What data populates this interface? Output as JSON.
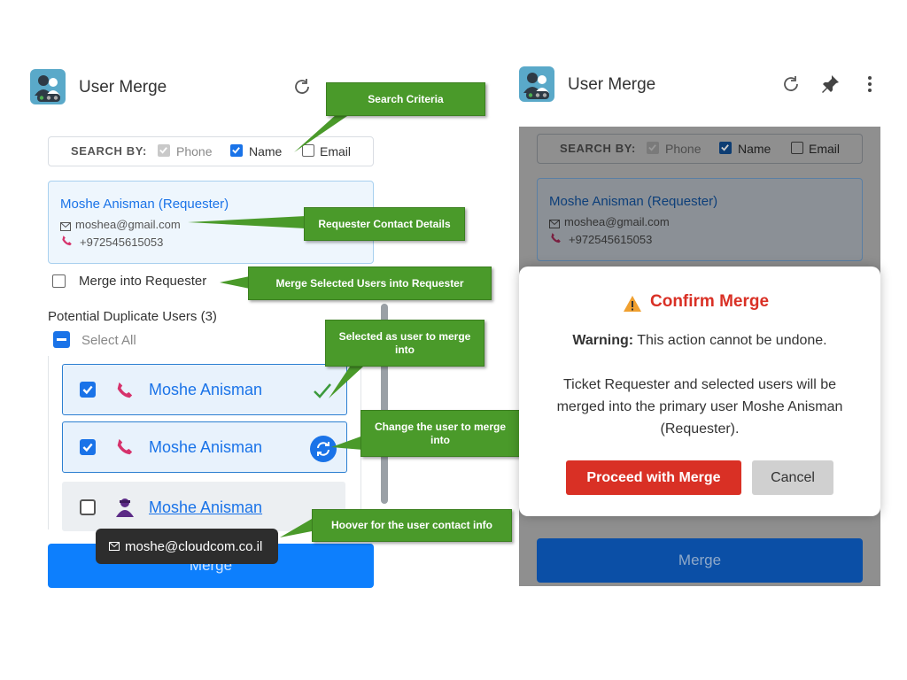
{
  "left": {
    "title": "User Merge",
    "search": {
      "label": "SEARCH BY:",
      "phone": "Phone",
      "name": "Name",
      "email": "Email"
    },
    "requester": {
      "name": "Moshe Anisman (Requester)",
      "email": "moshea@gmail.com",
      "phone": "+972545615053"
    },
    "merge_into_requester": "Merge into Requester",
    "duplicates_heading": "Potential Duplicate Users (3)",
    "select_all": "Select All",
    "users": [
      {
        "name": "Moshe Anisman",
        "checked": true,
        "icon": "phone-icon",
        "state": "selected-target"
      },
      {
        "name": "Moshe Anisman",
        "checked": true,
        "icon": "phone-icon",
        "state": "change-target"
      },
      {
        "name": "Moshe Anisman",
        "checked": false,
        "icon": "person-icon",
        "state": "hover"
      }
    ],
    "tooltip_email": "moshe@cloudcom.co.il",
    "merge_button": "Merge"
  },
  "callouts": {
    "search_criteria": "Search Criteria",
    "requester_details": "Requester Contact Details",
    "merge_selected": "Merge Selected Users into Requester",
    "selected_as": "Selected as user to merge into",
    "change_user": "Change the user to merge into",
    "hoover": "Hoover for the user contact info"
  },
  "right": {
    "title": "User Merge",
    "search": {
      "label": "SEARCH BY:",
      "phone": "Phone",
      "name": "Name",
      "email": "Email"
    },
    "requester": {
      "name": "Moshe Anisman (Requester)",
      "email": "moshea@gmail.com",
      "phone": "+972545615053"
    },
    "modal": {
      "title": "Confirm Merge",
      "warning_label": "Warning:",
      "warning_text": "This action cannot be undone.",
      "line1": "Ticket Requester and selected users will be",
      "line2": "merged into the primary user Moshe Anisman",
      "line3": "(Requester).",
      "proceed": "Proceed with Merge",
      "cancel": "Cancel"
    },
    "merge_button": "Merge"
  },
  "colors": {
    "accent": "#1a73e8",
    "callout_green": "#4a9a2a",
    "danger": "#d93025",
    "phone_pink": "#d6336c"
  }
}
